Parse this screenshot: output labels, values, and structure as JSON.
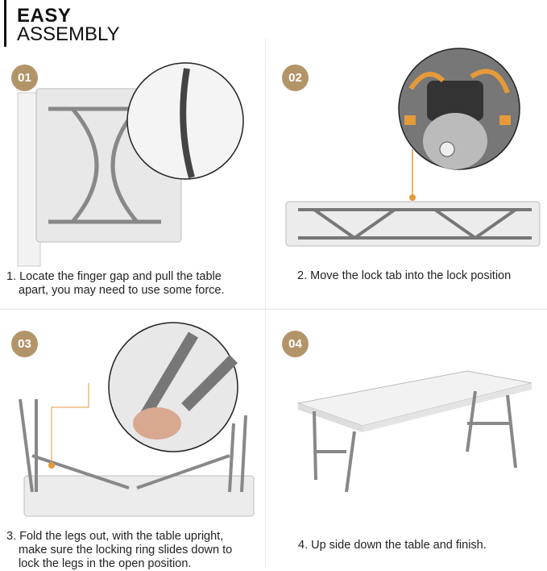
{
  "header": {
    "title_bold": "EASY",
    "title_light": "ASSEMBLY"
  },
  "colors": {
    "badge": "#b39469",
    "accent_orange": "#e59a3a"
  },
  "steps": [
    {
      "number": "01",
      "caption": [
        "1. Locate the finger gap and pull the table",
        "apart, you may need to use some force."
      ]
    },
    {
      "number": "02",
      "caption": [
        "2. Move the lock tab into the lock position"
      ]
    },
    {
      "number": "03",
      "caption": [
        "3. Fold the legs out, with the table upright,",
        "make sure the locking ring slides down to",
        "lock the legs in the open position."
      ]
    },
    {
      "number": "04",
      "caption": [
        "4. Up side down the table and finish."
      ]
    }
  ]
}
